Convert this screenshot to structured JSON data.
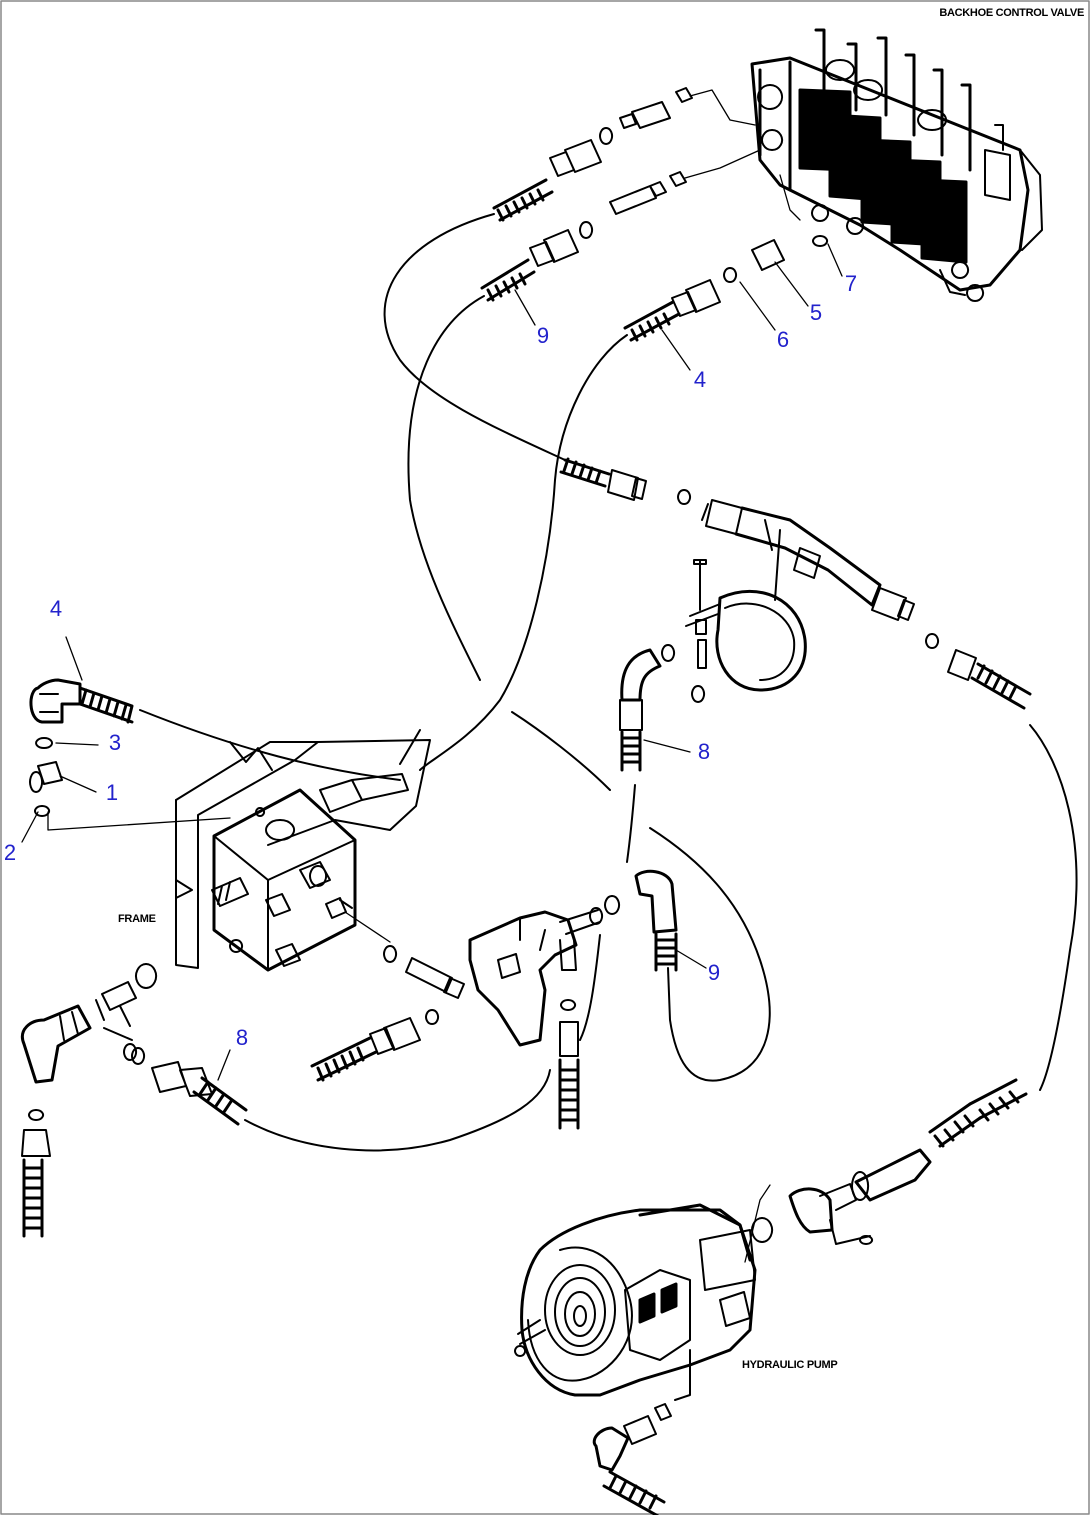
{
  "labels": {
    "backhoe_control_valve": "BACKHOE CONTROL VALVE",
    "frame": "FRAME",
    "hydraulic_pump": "HYDRAULIC PUMP"
  },
  "callouts": [
    "9",
    "7",
    "5",
    "6",
    "4",
    "4",
    "3",
    "1",
    "2",
    "8",
    "9",
    "8"
  ],
  "colors": {
    "callout": "#2222cc",
    "line": "#000000",
    "background": "#ffffff"
  }
}
